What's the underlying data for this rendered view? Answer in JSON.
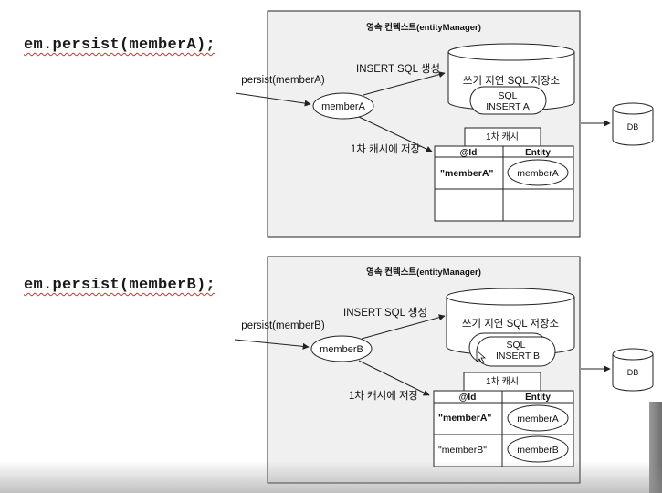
{
  "panels": [
    {
      "code": "em.persist(memberA);",
      "context_title": "영속 컨텍스트(entityManager)",
      "persist_label": "persist(memberA)",
      "member": "memberA",
      "insert_label": "INSERT SQL 생성",
      "sql_store_label": "쓰기 지연 SQL 저장소",
      "sql_items": [
        {
          "line1": "SQL",
          "line2": "INSERT A"
        }
      ],
      "cache_label": "1차 캐시에 저장",
      "cache_title": "1차 캐시",
      "col_id": "@Id",
      "col_entity": "Entity",
      "rows": [
        {
          "id": "\"memberA\"",
          "entity": "memberA"
        },
        {
          "id": "",
          "entity": ""
        }
      ],
      "db": "DB"
    },
    {
      "code": "em.persist(memberB);",
      "context_title": "영속 컨텍스트(entityManager)",
      "persist_label": "persist(memberB)",
      "member": "memberB",
      "insert_label": "INSERT SQL 생성",
      "sql_store_label": "쓰기 지연 SQL 저장소",
      "sql_items": [
        {
          "line1": "SQL",
          "line2": "INSERT B"
        }
      ],
      "cache_label": "1차 캐시에 저장",
      "cache_title": "1차 캐시",
      "col_id": "@Id",
      "col_entity": "Entity",
      "rows": [
        {
          "id": "\"memberA\"",
          "entity": "memberA"
        },
        {
          "id": "\"memberB\"",
          "entity": "memberB"
        }
      ],
      "db": "DB"
    }
  ],
  "colors": {
    "context_bg": "#f0f0f0",
    "stroke": "#222222",
    "white": "#ffffff"
  }
}
